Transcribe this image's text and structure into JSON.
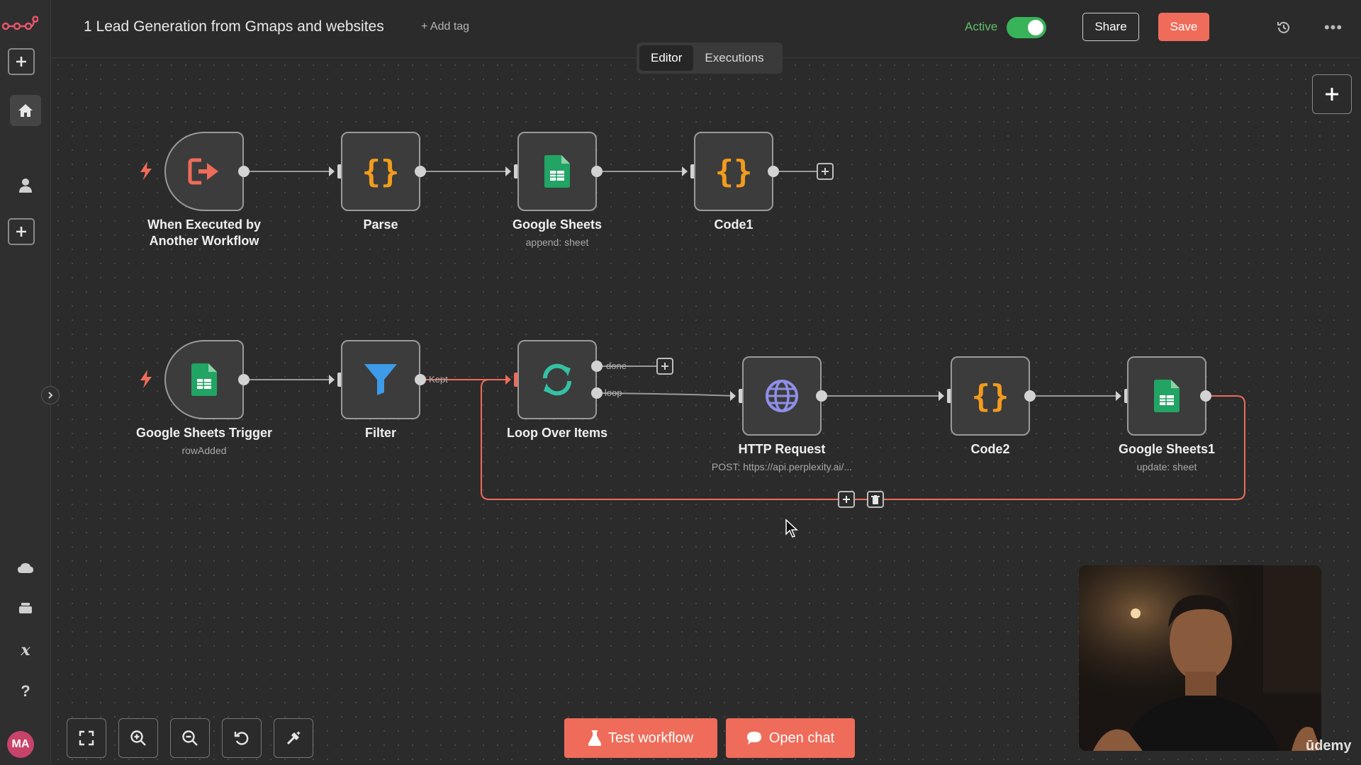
{
  "header": {
    "workflow_title": "1 Lead Generation from Gmaps and websites",
    "add_tag": "+ Add tag",
    "active_label": "Active",
    "active_on": true,
    "share_label": "Share",
    "save_label": "Save"
  },
  "tabs": [
    {
      "label": "Editor",
      "selected": true
    },
    {
      "label": "Executions",
      "selected": false
    }
  ],
  "sidebar": {
    "icons": [
      "n8n-logo-icon",
      "add-icon",
      "home-icon",
      "user-icon",
      "add-project-icon",
      "cloud-icon",
      "templates-icon",
      "variables-icon",
      "help-icon"
    ],
    "avatar_initials": "MA"
  },
  "nodes": {
    "when_executed": {
      "label1": "When Executed by",
      "label2": "Another Workflow",
      "icon": "execute-workflow-icon"
    },
    "parse": {
      "label": "Parse",
      "icon": "code-braces-icon"
    },
    "gsheets": {
      "label": "Google Sheets",
      "sub": "append: sheet",
      "icon": "google-sheets-icon"
    },
    "code1": {
      "label": "Code1",
      "icon": "code-braces-icon"
    },
    "gsheets_trigger": {
      "label": "Google Sheets Trigger",
      "sub": "rowAdded",
      "icon": "google-sheets-icon"
    },
    "filter": {
      "label": "Filter",
      "icon": "filter-icon"
    },
    "loop": {
      "label": "Loop Over Items",
      "icon": "loop-icon"
    },
    "http": {
      "label": "HTTP Request",
      "sub": "POST: https://api.perplexity.ai/...",
      "icon": "globe-icon"
    },
    "code2": {
      "label": "Code2",
      "icon": "code-braces-icon"
    },
    "gsheets1": {
      "label": "Google Sheets1",
      "sub": "update: sheet",
      "icon": "google-sheets-icon"
    }
  },
  "edge_labels": {
    "kept": "Kept",
    "done": "done",
    "loop": "loop"
  },
  "toolbar": {
    "icons": [
      "fit-view-icon",
      "zoom-in-icon",
      "zoom-out-icon",
      "reset-zoom-icon",
      "tidy-up-icon"
    ],
    "test_workflow_label": "Test workflow",
    "open_chat_label": "Open chat"
  },
  "watermark": "ūdemy",
  "colors": {
    "accent": "#ef6c5a",
    "active_green": "#39b35a",
    "code_orange": "#f29b1d",
    "filter_blue": "#3d9be9",
    "loop_teal": "#35c1a3",
    "http_purple": "#8f8fe8",
    "sheets_green": "#21a464"
  }
}
